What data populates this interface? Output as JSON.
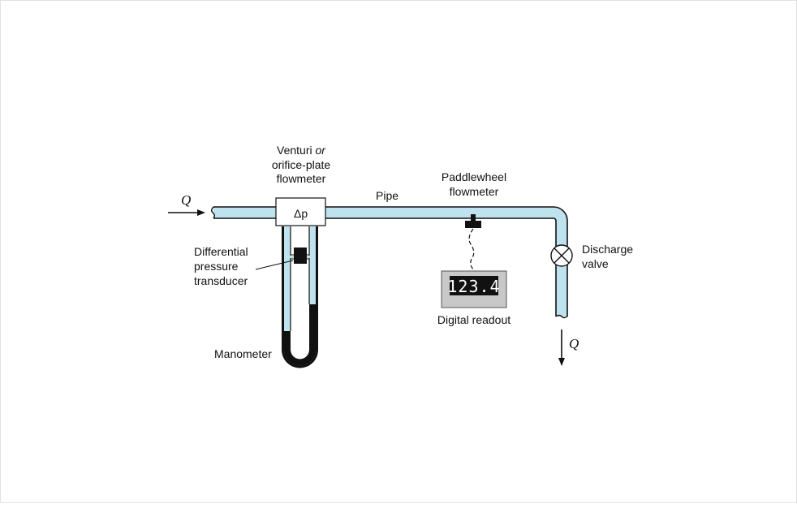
{
  "labels": {
    "q_in": "Q",
    "q_out": "Q",
    "venturi_line1": "Venturi ",
    "venturi_or": "or",
    "venturi_line2": "orifice-plate",
    "venturi_line3": "flowmeter",
    "delta": "Δ",
    "p": "p",
    "pipe": "Pipe",
    "paddle_line1": "Paddlewheel",
    "paddle_line2": "flowmeter",
    "diff_line1": "Differential",
    "diff_line2": "pressure",
    "diff_line3": "transducer",
    "manometer": "Manometer",
    "readout_value": "123.4",
    "readout_label": "Digital readout",
    "discharge_line1": "Discharge",
    "discharge_line2": "valve"
  },
  "colors": {
    "fluid": "#bfe3ee",
    "outline": "#111111",
    "readout_panel": "#c8c8c8",
    "readout_screen": "#111111"
  }
}
